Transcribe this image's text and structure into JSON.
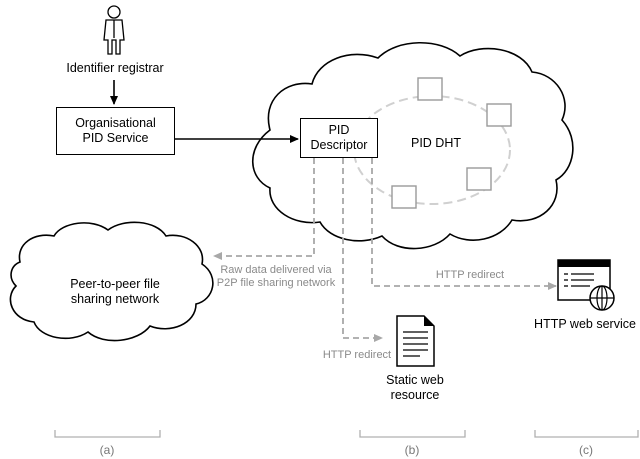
{
  "actor": {
    "label": "Identifier registrar",
    "icon": "person-icon"
  },
  "org_service": {
    "label": "Organisational\nPID Service"
  },
  "pid_descriptor": {
    "label": "PID\nDescriptor"
  },
  "dht": {
    "label": "PID DHT"
  },
  "p2p_network": {
    "label": "Peer-to-peer file\nsharing network"
  },
  "edges": {
    "raw_data": "Raw data delivered via\nP2P file sharing network",
    "redirect_web_service": "HTTP redirect",
    "redirect_static": "HTTP redirect"
  },
  "static_resource": {
    "label": "Static web\nresource",
    "icon": "document-icon"
  },
  "web_service": {
    "label": "HTTP web service",
    "icon": "web-service-icon"
  },
  "captions": {
    "a": "(a)",
    "b": "(b)",
    "c": "(c)"
  },
  "colors": {
    "line": "#000000",
    "dashed": "#a8a8a8",
    "dht_ring": "#d0d0d0",
    "dht_node": "#9a9a9a"
  }
}
